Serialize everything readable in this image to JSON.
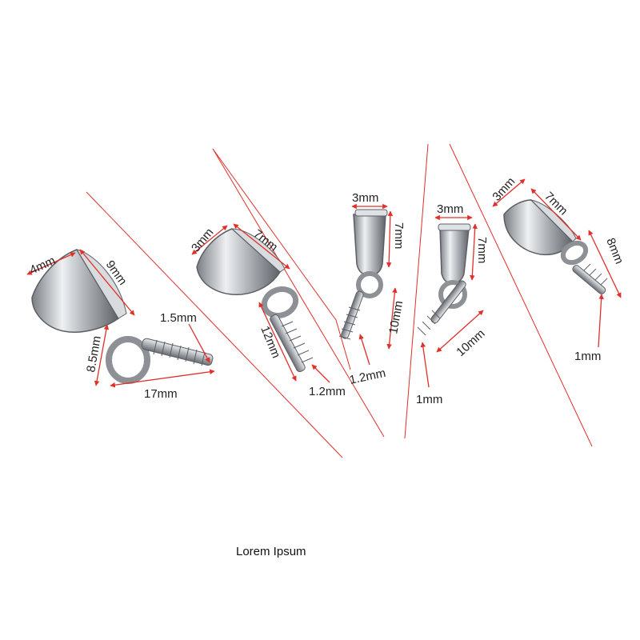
{
  "caption": "Lorem Ipsum",
  "colors": {
    "guide": "#e0302a",
    "metal": "#b9bcc0",
    "metal_dark": "#6d7177",
    "metal_light": "#f2f3f4"
  },
  "pieces": [
    {
      "name": "bail-1",
      "labels": {
        "width": "4mm",
        "length": "9mm",
        "eye": "8.5mm",
        "pin": "1.5mm",
        "total": "17mm"
      }
    },
    {
      "name": "bail-2",
      "labels": {
        "width": "3mm",
        "length": "7mm",
        "screw": "12mm",
        "pin": "1.2mm"
      }
    },
    {
      "name": "bail-3",
      "labels": {
        "width": "3mm",
        "length": "7mm",
        "screw": "10mm",
        "pin": "1.2mm"
      }
    },
    {
      "name": "bail-4",
      "labels": {
        "width": "3mm",
        "length": "7mm",
        "screw": "10mm",
        "pin": "1mm"
      }
    },
    {
      "name": "bail-5",
      "labels": {
        "width": "3mm",
        "length": "7mm",
        "screw": "8mm",
        "pin": "1mm"
      }
    }
  ]
}
